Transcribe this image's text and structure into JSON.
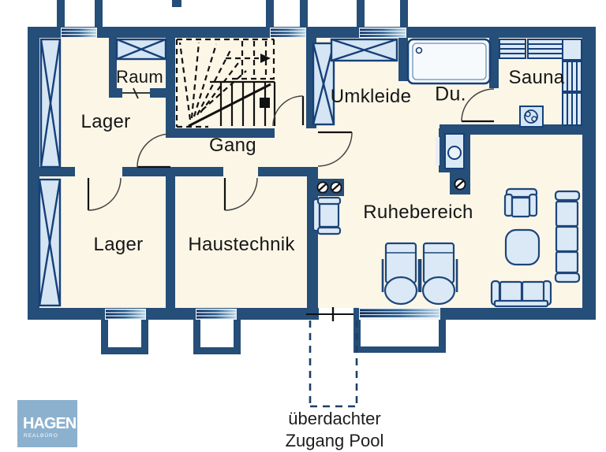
{
  "plan": {
    "rooms": {
      "raum": "Raum",
      "lager_upper": "Lager",
      "gang": "Gang",
      "umkleide": "Umkleide",
      "dusche": "Du.",
      "sauna": "Sauna",
      "lager_lower": "Lager",
      "haustechnik": "Haustechnik",
      "ruhebereich": "Ruhebereich"
    },
    "annotations": {
      "pool_access_line1": "überdachter",
      "pool_access_line2": "Zugang Pool"
    },
    "logo": {
      "name": "HAGEN",
      "subtitle": "REALBÜRO"
    },
    "colors": {
      "wall": "#254e78",
      "floor": "#fcf6e7",
      "furniture_fill": "#dbe9f7",
      "furniture_stroke": "#1d4679",
      "cupboard_fill": "#d5e5f3",
      "logo_background": "#8cb1ce"
    }
  }
}
